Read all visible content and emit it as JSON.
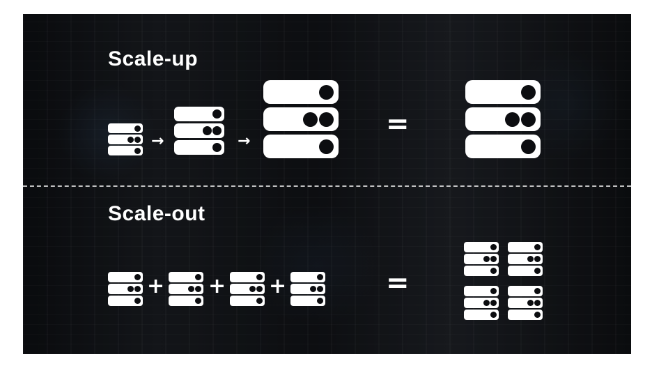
{
  "scale_up": {
    "title": "Scale-up",
    "operator": "→",
    "equals": "="
  },
  "scale_out": {
    "title": "Scale-out",
    "operator": "+",
    "equals": "="
  },
  "colors": {
    "background": "#15171b",
    "icon_fill": "#ffffff",
    "icon_dot": "#0c0d10",
    "divider": "#ffffff"
  },
  "icons": {
    "server_stack": "server-stack-icon (3 units; dots per unit: 1, 2, 1)"
  }
}
